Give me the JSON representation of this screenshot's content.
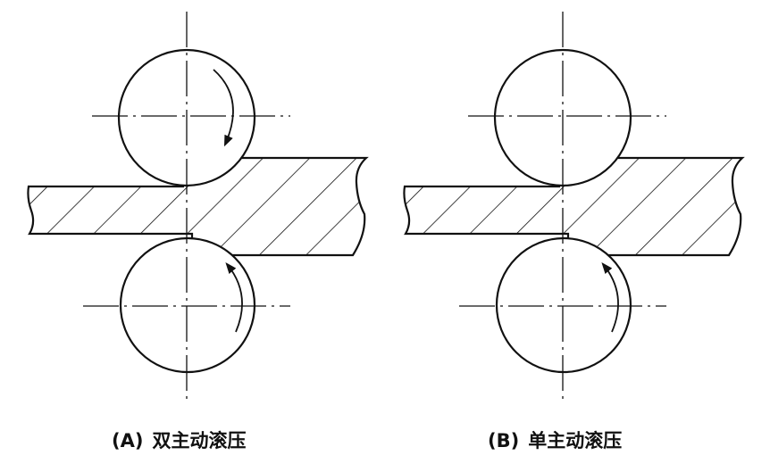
{
  "figures": [
    {
      "tag": "(A)",
      "caption": "双主动滚压",
      "driven_rolls": "both"
    },
    {
      "tag": "(B)",
      "caption": "单主动滚压",
      "driven_rolls": "bottom"
    }
  ],
  "colors": {
    "line": "#111111",
    "background": "#ffffff"
  }
}
